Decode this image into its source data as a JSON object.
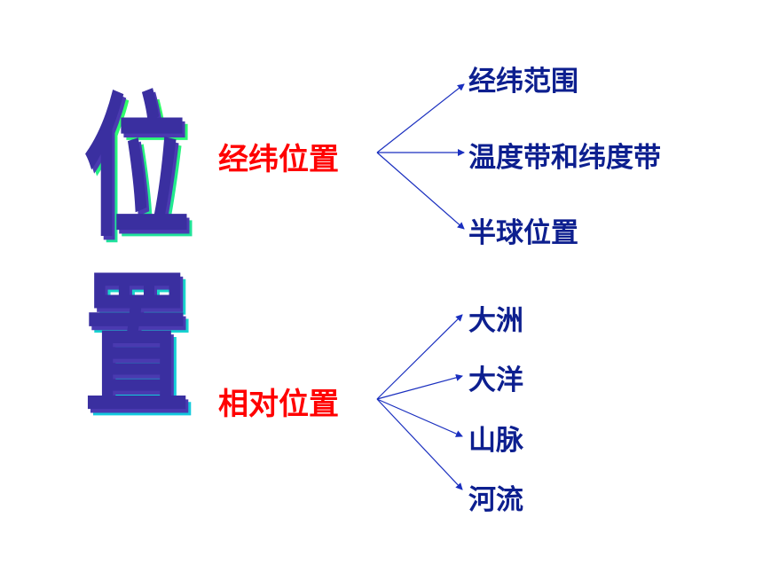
{
  "title": {
    "char1": "位",
    "char2": "置"
  },
  "branches": [
    {
      "label": "经纬位置",
      "items": [
        "经纬范围",
        "温度带和纬度带",
        "半球位置"
      ]
    },
    {
      "label": "相对位置",
      "items": [
        "大洲",
        "大洋",
        "山脉",
        "河流"
      ]
    }
  ],
  "colors": {
    "category": "#ff0000",
    "leaf": "#0d1f8f",
    "arrow": "#1a2fbf",
    "title_top": "#33ff66",
    "title_bottom": "#12c8e0",
    "title_shadow": "#3a2fa0"
  }
}
